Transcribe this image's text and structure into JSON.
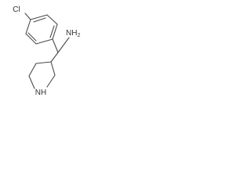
{
  "structure": {
    "atoms": {
      "chlorine": "Cl",
      "amine": "NH",
      "amine_subscript": "2",
      "ring_nitrogen": "NH"
    }
  }
}
